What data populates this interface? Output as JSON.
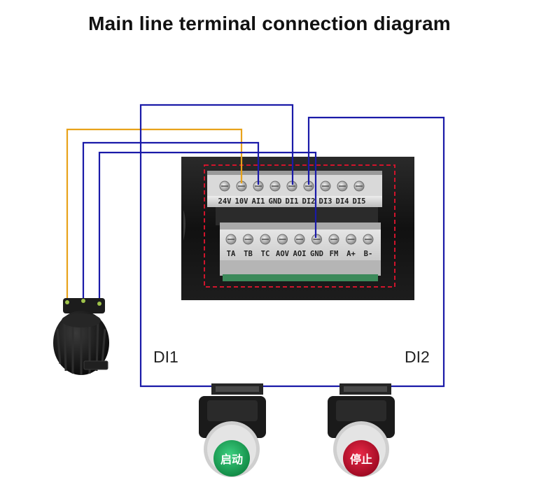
{
  "title": "Main line terminal connection diagram",
  "terminals": {
    "top_row": [
      "24V",
      "10V",
      "AI1",
      "GND",
      "DI1",
      "DI2",
      "DI3",
      "DI4",
      "DI5"
    ],
    "bottom_row": [
      "TA",
      "TB",
      "TC",
      "AOV",
      "AOI",
      "GND",
      "FM",
      "A+",
      "B-"
    ]
  },
  "wire_labels": {
    "di1": "DI1",
    "di2": "DI2"
  },
  "buttons": {
    "start_label": "启动",
    "stop_label": "停止"
  },
  "colors": {
    "wire_blue": "#1a1aa8",
    "wire_orange": "#e8a21a",
    "boundary_red": "#d0142c",
    "start_green": "#1fa85a",
    "stop_red": "#c8102e",
    "panel_black": "#141414"
  },
  "icons": [
    "potentiometer-icon",
    "start-pushbutton-icon",
    "stop-pushbutton-icon"
  ]
}
